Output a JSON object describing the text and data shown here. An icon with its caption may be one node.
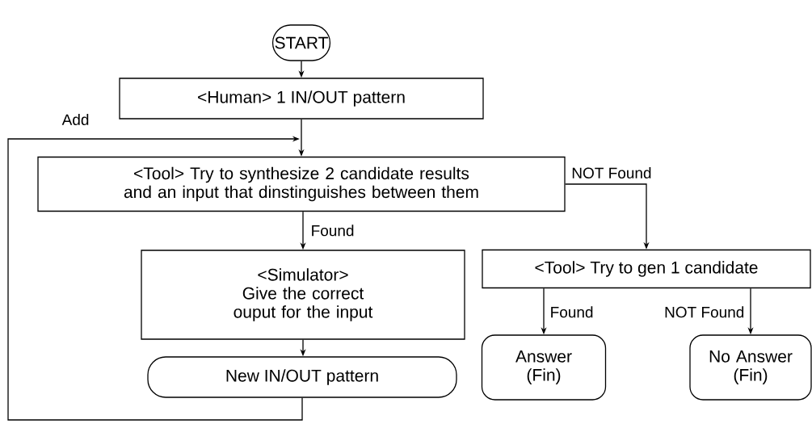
{
  "diagram": {
    "nodes": [
      {
        "text": [
          "START"
        ]
      },
      {
        "text": [
          "<Human> 1 IN/OUT pattern"
        ]
      },
      {
        "text": [
          "<Tool> Try to synthesize 2 candidate results and an input that dinstinguishes between them"
        ]
      },
      {
        "text": [
          "<Simulator>",
          "Give the correct ouput for the input"
        ]
      },
      {
        "text": [
          "New IN/OUT pattern"
        ]
      },
      {
        "text": [
          "<Tool> Try to gen 1 candidate"
        ]
      },
      {
        "text": [
          "Answer (Fin)"
        ]
      },
      {
        "text": [
          "No Answer (Fin)"
        ]
      }
    ],
    "edges": [
      {
        "from": 0,
        "to": 1,
        "arrow": "to"
      },
      {
        "from": 1,
        "to": 2,
        "arrow": "to"
      },
      {
        "from": 2,
        "to": 3,
        "arrow": "to",
        "label": "Found"
      },
      {
        "from": 2,
        "to": 5,
        "arrow": "to",
        "label": "NOT Found"
      },
      {
        "from": 3,
        "to": 4,
        "arrow": "to"
      },
      {
        "from": 4,
        "to": 2,
        "arrow": "to",
        "label": "Add"
      },
      {
        "from": 5,
        "to": 6,
        "arrow": "to",
        "label": "Found"
      },
      {
        "from": 5,
        "to": 7,
        "arrow": "to",
        "label": "NOT Found"
      }
    ]
  }
}
